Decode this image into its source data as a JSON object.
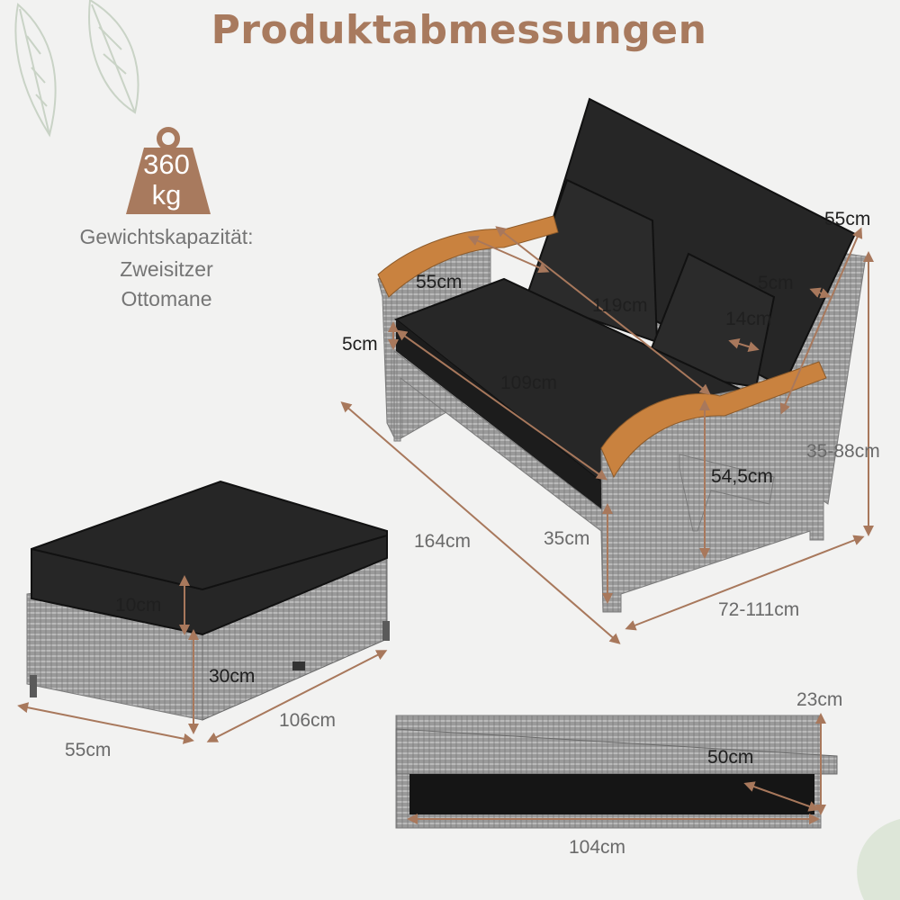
{
  "title": "Produktabmessungen",
  "weight_badge": {
    "value": "360",
    "unit": "kg"
  },
  "capacity": {
    "label": "Gewichtskapazität:",
    "line1": "Zweisitzer",
    "line2": "Ottomane"
  },
  "dimensions": {
    "sofa_armrest_depth": "55cm",
    "sofa_back_height": "55cm",
    "sofa_back_width": "119cm",
    "sofa_pillow_gap": "5cm",
    "sofa_pillow_thickness": "14cm",
    "sofa_seat_cushion": "5cm",
    "sofa_seat_width": "109cm",
    "sofa_total_height": "35-88cm",
    "sofa_seat_height": "54,5cm",
    "sofa_leg_height": "35cm",
    "sofa_length": "164cm",
    "sofa_depth": "72-111cm",
    "ottoman_cushion": "10cm",
    "ottoman_height": "30cm",
    "ottoman_length": "106cm",
    "ottoman_width": "55cm",
    "storage_height": "23cm",
    "storage_depth": "50cm",
    "storage_width": "104cm"
  },
  "colors": {
    "title": "#a87a5e",
    "badge": "#a87a5e",
    "cushion": "#262626",
    "rattan": "#8d8d8d",
    "wood": "#c9823f",
    "dimension_line": "#a8785c"
  }
}
